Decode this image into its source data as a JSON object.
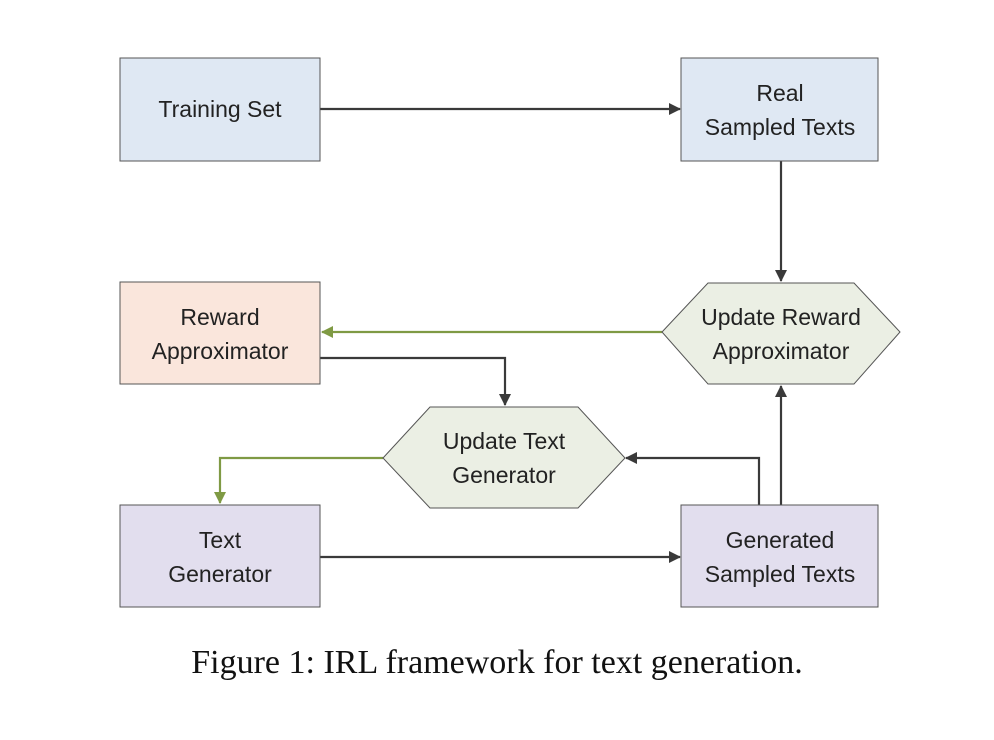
{
  "nodes": {
    "training_set": {
      "line1": "Training Set"
    },
    "real_sampled": {
      "line1": "Real",
      "line2": "Sampled Texts"
    },
    "reward_approx": {
      "line1": "Reward",
      "line2": "Approximator"
    },
    "update_reward": {
      "line1": "Update Reward",
      "line2": "Approximator"
    },
    "update_text": {
      "line1": "Update Text",
      "line2": "Generator"
    },
    "text_generator": {
      "line1": "Text",
      "line2": "Generator"
    },
    "generated_sampled": {
      "line1": "Generated",
      "line2": "Sampled Texts"
    }
  },
  "colors": {
    "blue_fill": "#dfe8f3",
    "orange_fill": "#fae6dc",
    "purple_fill": "#e2deee",
    "hex_fill": "#ebefe4",
    "green_arrow": "#7f9a44",
    "dark_arrow": "#3a3a3a"
  },
  "caption": "Figure 1: IRL framework for text generation."
}
